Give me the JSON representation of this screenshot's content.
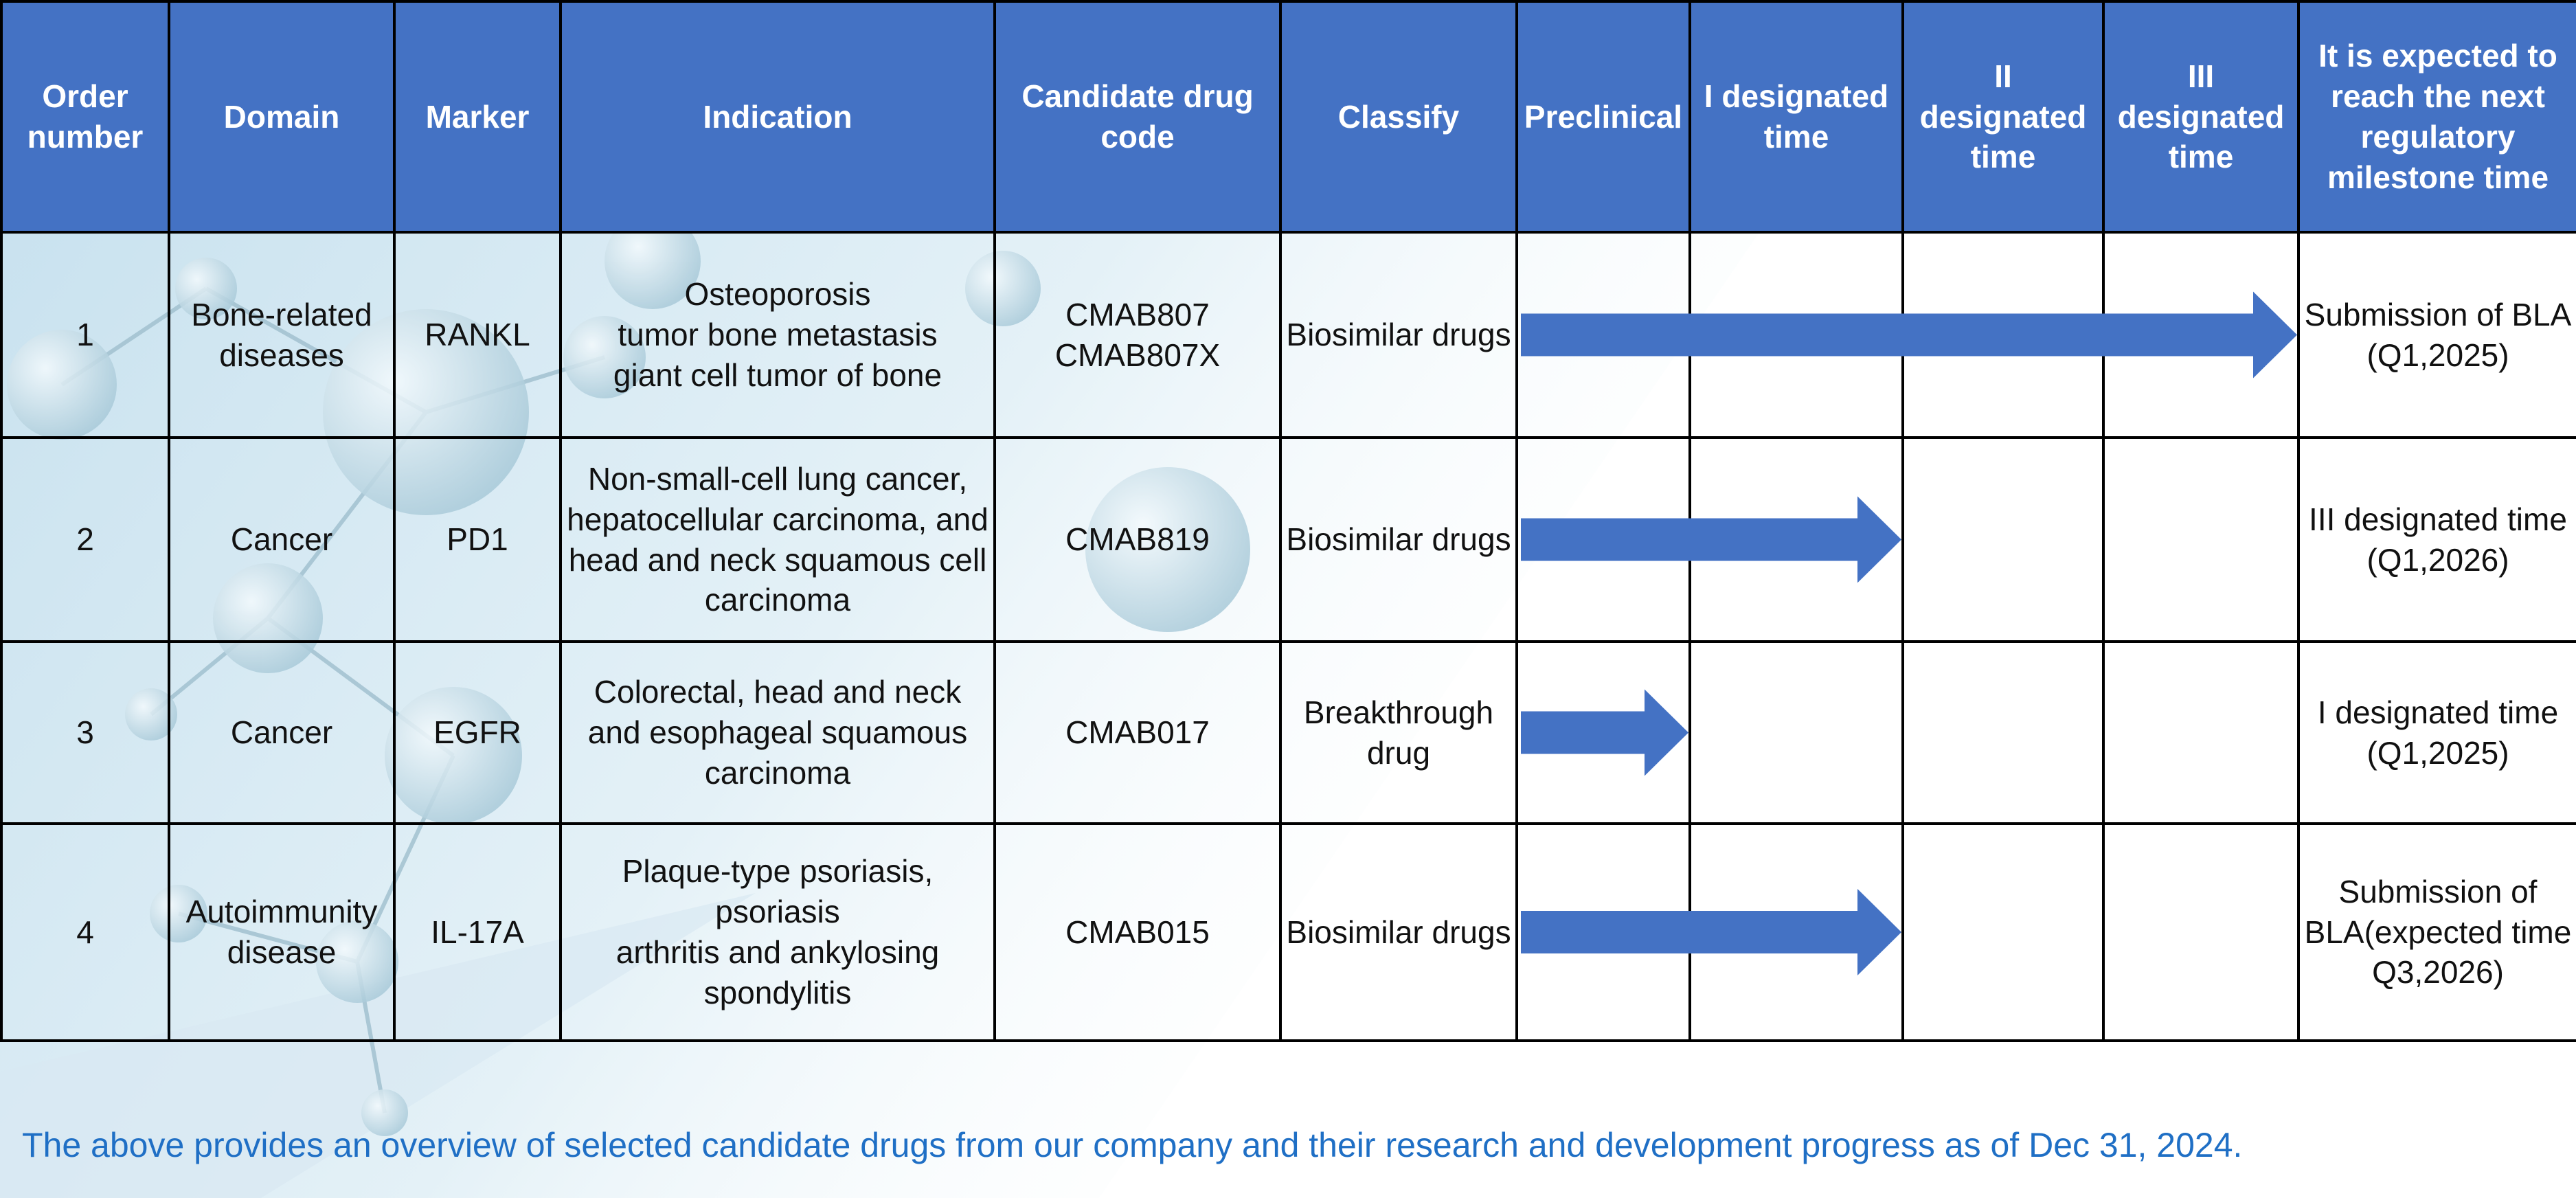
{
  "table": {
    "headers": [
      "Order number",
      "Domain",
      "Marker",
      "Indication",
      "Candidate drug code",
      "Classify",
      "Preclinical",
      "I designated time",
      "II designated time",
      "III designated time",
      "It is expected to reach the next regulatory milestone time"
    ],
    "rows": [
      {
        "order": "1",
        "domain": "Bone-related diseases",
        "marker": "RANKL",
        "indication": "Osteoporosis\ntumor bone metastasis\ngiant cell tumor of bone",
        "code": "CMAB807\nCMAB807X",
        "classify": "Biosimilar drugs",
        "progress_stage": "III designated time",
        "milestone": "Submission of BLA (Q1,2025)"
      },
      {
        "order": "2",
        "domain": "Cancer",
        "marker": "PD1",
        "indication": "Non-small-cell lung cancer, hepatocellular carcinoma, and head and neck squamous cell carcinoma",
        "code": "CMAB819",
        "classify": "Biosimilar drugs",
        "progress_stage": "I designated time",
        "milestone": "III designated time (Q1,2026)"
      },
      {
        "order": "3",
        "domain": "Cancer",
        "marker": "EGFR",
        "indication": "Colorectal, head and neck and esophageal squamous carcinoma",
        "code": "CMAB017",
        "classify": "Breakthrough drug",
        "progress_stage": "Preclinical",
        "milestone": "I designated time (Q1,2025)"
      },
      {
        "order": "4",
        "domain": "Autoimmunity disease",
        "marker": "IL-17A",
        "indication": "Plaque-type psoriasis, psoriasis\narthritis and ankylosing spondylitis",
        "code": "CMAB015",
        "classify": "Biosimilar drugs",
        "progress_stage": "I designated time",
        "milestone": "Submission of BLA(expected time Q3,2026)"
      }
    ]
  },
  "footnote": "The above provides an overview of selected candidate drugs from our company and their research and development progress as of Dec 31, 2024.",
  "colors": {
    "header_bg": "#4472C4",
    "arrow": "#4472C4",
    "footnote": "#1F6FC5"
  }
}
